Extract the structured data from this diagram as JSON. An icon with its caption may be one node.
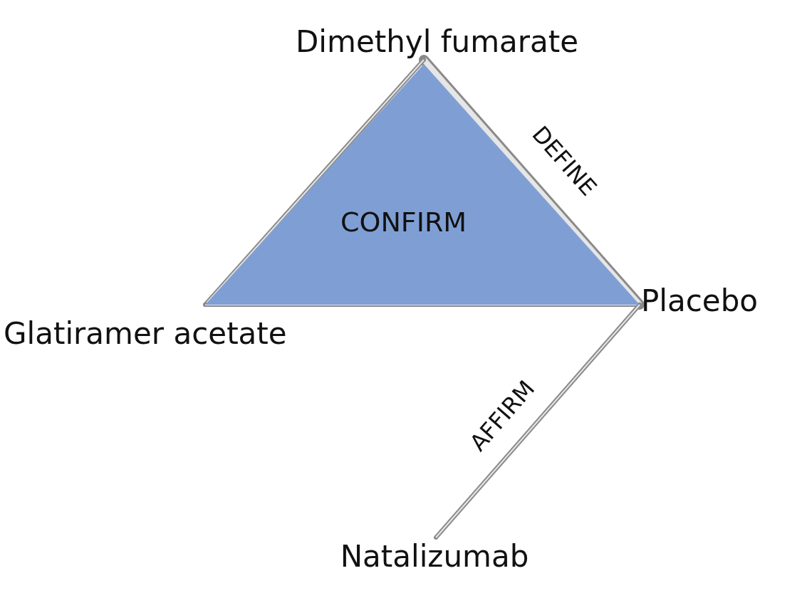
{
  "diagram": {
    "nodes": [
      {
        "text": [
          "Dimethyl fumarate"
        ]
      },
      {
        "text": [
          "CONFIRM"
        ]
      },
      {
        "text": [
          "Placebo"
        ]
      },
      {
        "text": [
          "Glatiramer acetate"
        ]
      },
      {
        "text": [
          "Natalizumab"
        ]
      }
    ],
    "edges": [
      {
        "from": 0,
        "to": 2,
        "arrow": "none",
        "label": "DEFINE",
        "style": "thick"
      },
      {
        "from": 0,
        "to": 3,
        "arrow": "none"
      },
      {
        "from": 3,
        "to": 2,
        "arrow": "none"
      },
      {
        "from": 2,
        "to": 4,
        "arrow": "none",
        "label": "AFFIRM"
      }
    ]
  }
}
